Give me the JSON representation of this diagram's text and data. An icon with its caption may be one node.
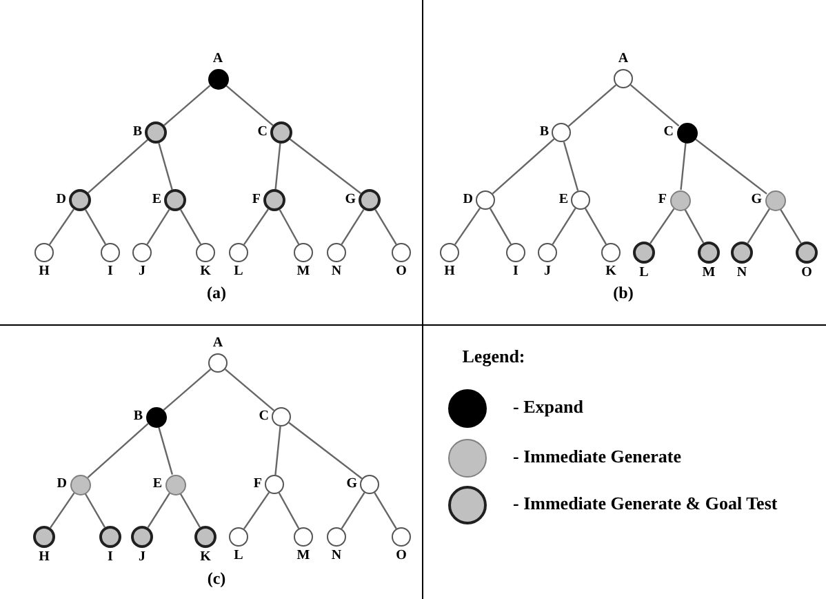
{
  "diagram": {
    "nodes": [
      {
        "text": [],
        "shape": "circle",
        "beside": [
          "A"
        ]
      },
      {
        "text": [],
        "shape": "circle",
        "beside": [
          "B"
        ]
      },
      {
        "text": [],
        "shape": "circle",
        "beside": [
          "C"
        ]
      },
      {
        "text": [],
        "shape": "circle",
        "beside": [
          "D"
        ]
      },
      {
        "text": [],
        "shape": "circle",
        "beside": [
          "E"
        ]
      },
      {
        "text": [],
        "shape": "circle",
        "beside": [
          "F"
        ]
      },
      {
        "text": [],
        "shape": "circle",
        "beside": [
          "G"
        ]
      },
      {
        "text": [],
        "shape": "circle",
        "beside": [
          "H"
        ]
      },
      {
        "text": [],
        "shape": "circle",
        "beside": [
          "I"
        ]
      },
      {
        "text": [],
        "shape": "circle",
        "beside": [
          "J"
        ]
      },
      {
        "text": [],
        "shape": "circle",
        "beside": [
          "K"
        ]
      },
      {
        "text": [],
        "shape": "circle",
        "beside": [
          "L"
        ]
      },
      {
        "text": [],
        "shape": "circle",
        "beside": [
          "M"
        ]
      },
      {
        "text": [],
        "shape": "circle",
        "beside": [
          "N"
        ]
      },
      {
        "text": [],
        "shape": "circle",
        "beside": [
          "O"
        ]
      },
      {
        "text": [],
        "shape": "circle",
        "beside": [
          "A"
        ]
      },
      {
        "text": [],
        "shape": "circle",
        "beside": [
          "B"
        ]
      },
      {
        "text": [],
        "shape": "circle",
        "beside": [
          "C"
        ]
      },
      {
        "text": [],
        "shape": "circle",
        "beside": [
          "D"
        ]
      },
      {
        "text": [],
        "shape": "circle",
        "beside": [
          "E"
        ]
      },
      {
        "text": [],
        "shape": "circle",
        "beside": [
          "F"
        ]
      },
      {
        "text": [],
        "shape": "circle",
        "beside": [
          "G"
        ]
      },
      {
        "text": [],
        "shape": "circle",
        "beside": [
          "H"
        ]
      },
      {
        "text": [],
        "shape": "circle",
        "beside": [
          "I"
        ]
      },
      {
        "text": [],
        "shape": "circle",
        "beside": [
          "J"
        ]
      },
      {
        "text": [],
        "shape": "circle",
        "beside": [
          "K"
        ]
      },
      {
        "text": [],
        "shape": "circle",
        "beside": [
          "L"
        ]
      },
      {
        "text": [],
        "shape": "circle",
        "beside": [
          "M"
        ]
      },
      {
        "text": [],
        "shape": "circle",
        "beside": [
          "N"
        ]
      },
      {
        "text": [],
        "shape": "circle",
        "beside": [
          "O"
        ]
      },
      {
        "text": [],
        "shape": "circle",
        "beside": [
          "A"
        ]
      },
      {
        "text": [],
        "shape": "circle",
        "beside": [
          "B"
        ]
      },
      {
        "text": [],
        "shape": "circle",
        "beside": [
          "C"
        ]
      },
      {
        "text": [],
        "shape": "circle",
        "beside": [
          "D"
        ]
      },
      {
        "text": [],
        "shape": "circle",
        "beside": [
          "E"
        ]
      },
      {
        "text": [],
        "shape": "circle",
        "beside": [
          "F"
        ]
      },
      {
        "text": [],
        "shape": "circle",
        "beside": [
          "G"
        ]
      },
      {
        "text": [],
        "shape": "circle",
        "beside": [
          "H"
        ]
      },
      {
        "text": [],
        "shape": "circle",
        "beside": [
          "I"
        ]
      },
      {
        "text": [],
        "shape": "circle",
        "beside": [
          "J"
        ]
      },
      {
        "text": [],
        "shape": "circle",
        "beside": [
          "K"
        ]
      },
      {
        "text": [],
        "shape": "circle",
        "beside": [
          "L"
        ]
      },
      {
        "text": [],
        "shape": "circle",
        "beside": [
          "M"
        ]
      },
      {
        "text": [],
        "shape": "circle",
        "beside": [
          "N"
        ]
      },
      {
        "text": [],
        "shape": "circle",
        "beside": [
          "O"
        ]
      }
    ],
    "edges": [
      {
        "from": 0,
        "to": 1,
        "arrow": "none"
      },
      {
        "from": 0,
        "to": 2,
        "arrow": "none"
      },
      {
        "from": 1,
        "to": 3,
        "arrow": "none"
      },
      {
        "from": 1,
        "to": 4,
        "arrow": "none"
      },
      {
        "from": 2,
        "to": 5,
        "arrow": "none"
      },
      {
        "from": 2,
        "to": 6,
        "arrow": "none"
      },
      {
        "from": 3,
        "to": 7,
        "arrow": "none"
      },
      {
        "from": 3,
        "to": 8,
        "arrow": "none"
      },
      {
        "from": 4,
        "to": 9,
        "arrow": "none"
      },
      {
        "from": 4,
        "to": 10,
        "arrow": "none"
      },
      {
        "from": 5,
        "to": 11,
        "arrow": "none"
      },
      {
        "from": 5,
        "to": 12,
        "arrow": "none"
      },
      {
        "from": 6,
        "to": 13,
        "arrow": "none"
      },
      {
        "from": 6,
        "to": 14,
        "arrow": "none"
      },
      {
        "from": 15,
        "to": 16,
        "arrow": "none"
      },
      {
        "from": 15,
        "to": 17,
        "arrow": "none"
      },
      {
        "from": 16,
        "to": 18,
        "arrow": "none"
      },
      {
        "from": 16,
        "to": 19,
        "arrow": "none"
      },
      {
        "from": 17,
        "to": 20,
        "arrow": "none"
      },
      {
        "from": 17,
        "to": 21,
        "arrow": "none"
      },
      {
        "from": 18,
        "to": 22,
        "arrow": "none"
      },
      {
        "from": 18,
        "to": 23,
        "arrow": "none"
      },
      {
        "from": 19,
        "to": 24,
        "arrow": "none"
      },
      {
        "from": 19,
        "to": 25,
        "arrow": "none"
      },
      {
        "from": 20,
        "to": 26,
        "arrow": "none"
      },
      {
        "from": 20,
        "to": 27,
        "arrow": "none"
      },
      {
        "from": 21,
        "to": 28,
        "arrow": "none"
      },
      {
        "from": 21,
        "to": 29,
        "arrow": "none"
      },
      {
        "from": 30,
        "to": 31,
        "arrow": "none"
      },
      {
        "from": 30,
        "to": 32,
        "arrow": "none"
      },
      {
        "from": 31,
        "to": 33,
        "arrow": "none"
      },
      {
        "from": 31,
        "to": 34,
        "arrow": "none"
      },
      {
        "from": 32,
        "to": 35,
        "arrow": "none"
      },
      {
        "from": 32,
        "to": 36,
        "arrow": "none"
      },
      {
        "from": 33,
        "to": 37,
        "arrow": "none"
      },
      {
        "from": 33,
        "to": 38,
        "arrow": "none"
      },
      {
        "from": 34,
        "to": 39,
        "arrow": "none"
      },
      {
        "from": 34,
        "to": 40,
        "arrow": "none"
      },
      {
        "from": 35,
        "to": 41,
        "arrow": "none"
      },
      {
        "from": 35,
        "to": 42,
        "arrow": "none"
      },
      {
        "from": 36,
        "to": 43,
        "arrow": "none"
      },
      {
        "from": 36,
        "to": 44,
        "arrow": "none"
      }
    ],
    "labels": [
      "(a)",
      "(b)",
      "(c)",
      "Legend:"
    ],
    "legend": [
      {
        "text": "- Expand",
        "color": "#000000"
      },
      {
        "text": "- Immediate Generate",
        "color": "#c0c0c0"
      },
      {
        "text": "- Immediate Generate & Goal Test",
        "color": "#c0c0c0"
      }
    ]
  }
}
